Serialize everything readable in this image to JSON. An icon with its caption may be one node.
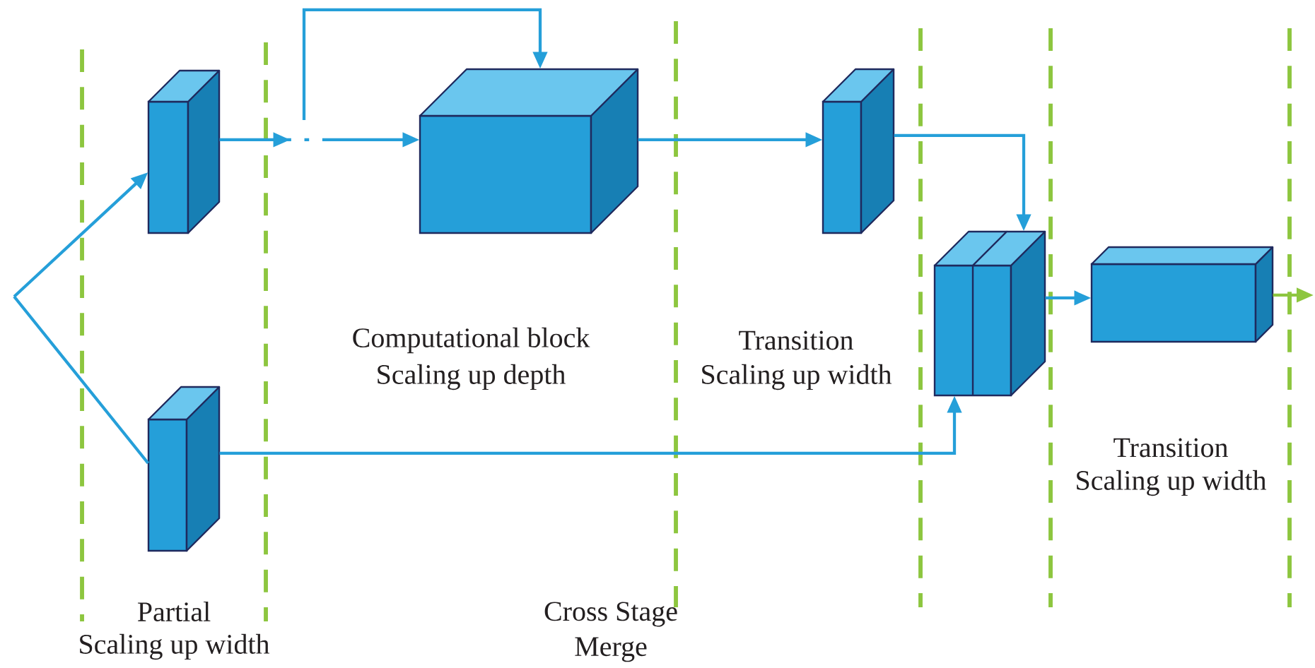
{
  "diagram": {
    "nodes": [
      {
        "text": [],
        "shape": "box"
      },
      {
        "text": [],
        "shape": "box"
      },
      {
        "text": [],
        "shape": "box"
      },
      {
        "text": [],
        "shape": "box"
      },
      {
        "text": [],
        "shape": "box"
      },
      {
        "text": [],
        "shape": "box"
      }
    ],
    "edges": [
      {
        "from": null,
        "to": 0,
        "arrow": "to"
      },
      {
        "from": null,
        "to": 1,
        "arrow": "none"
      },
      {
        "from": 0,
        "to": 2,
        "arrow": "to",
        "style": "dashed"
      },
      {
        "from": null,
        "to": 2,
        "arrow": "to"
      },
      {
        "from": 2,
        "to": 3,
        "arrow": "to"
      },
      {
        "from": 3,
        "to": 4,
        "arrow": "to"
      },
      {
        "from": 1,
        "to": 4,
        "arrow": "to"
      },
      {
        "from": 4,
        "to": 5,
        "arrow": "to"
      },
      {
        "from": 5,
        "to": null,
        "arrow": "to",
        "color": "#8dc63f"
      }
    ],
    "labels": [
      "Computational block",
      "Scaling up depth",
      "Transition",
      "Scaling up width",
      "Transition",
      "Scaling up width",
      "Partial",
      "Scaling up width",
      "Cross Stage",
      "Merge"
    ]
  }
}
